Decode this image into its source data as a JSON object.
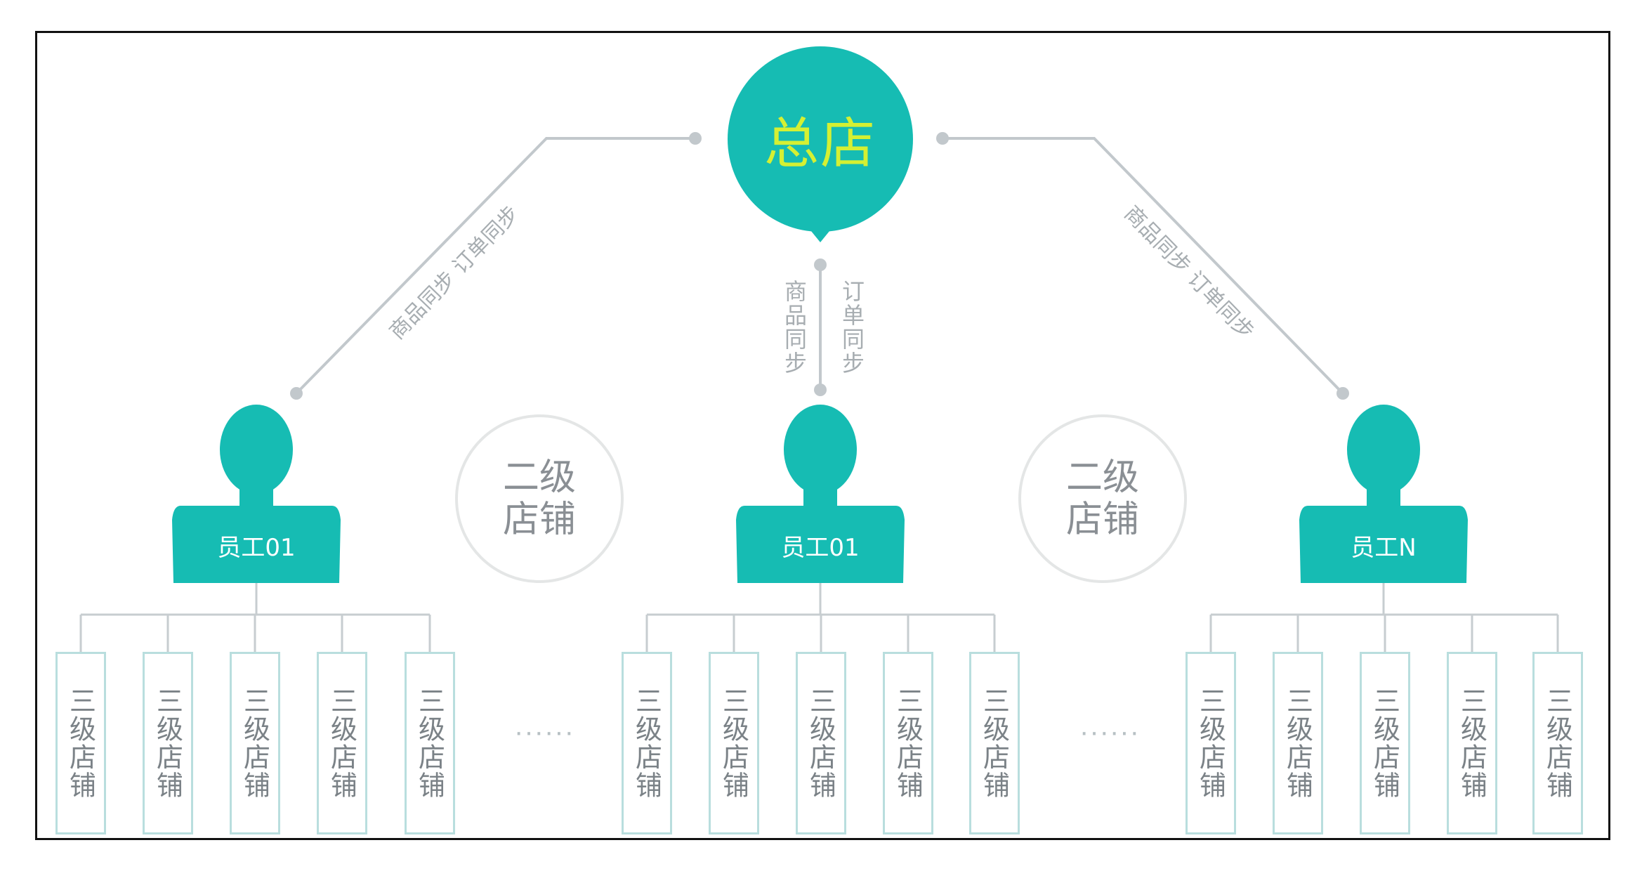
{
  "headquarters": {
    "label": "总店"
  },
  "links": {
    "left": "商品同步  订单同步",
    "center_left": "商品同步",
    "center_right": "订单同步",
    "right": "商品同步  订单同步"
  },
  "employees": [
    {
      "label": "员工01"
    },
    {
      "label": "员工01"
    },
    {
      "label": "员工N"
    }
  ],
  "secondary_stores": [
    {
      "line1": "二级",
      "line2": "店铺"
    },
    {
      "line1": "二级",
      "line2": "店铺"
    }
  ],
  "tertiary_store_label": "三级店铺",
  "tertiary_store_groups": [
    [
      "三级店铺",
      "三级店铺",
      "三级店铺",
      "三级店铺",
      "三级店铺"
    ],
    [
      "三级店铺",
      "三级店铺",
      "三级店铺",
      "三级店铺",
      "三级店铺"
    ],
    [
      "三级店铺",
      "三级店铺",
      "三级店铺",
      "三级店铺",
      "三级店铺"
    ]
  ],
  "ellipsis": "······",
  "colors": {
    "teal": "#16bcb3",
    "hq_text": "#d4f033",
    "line": "#c2c8cc",
    "store_border": "#b9dede"
  }
}
